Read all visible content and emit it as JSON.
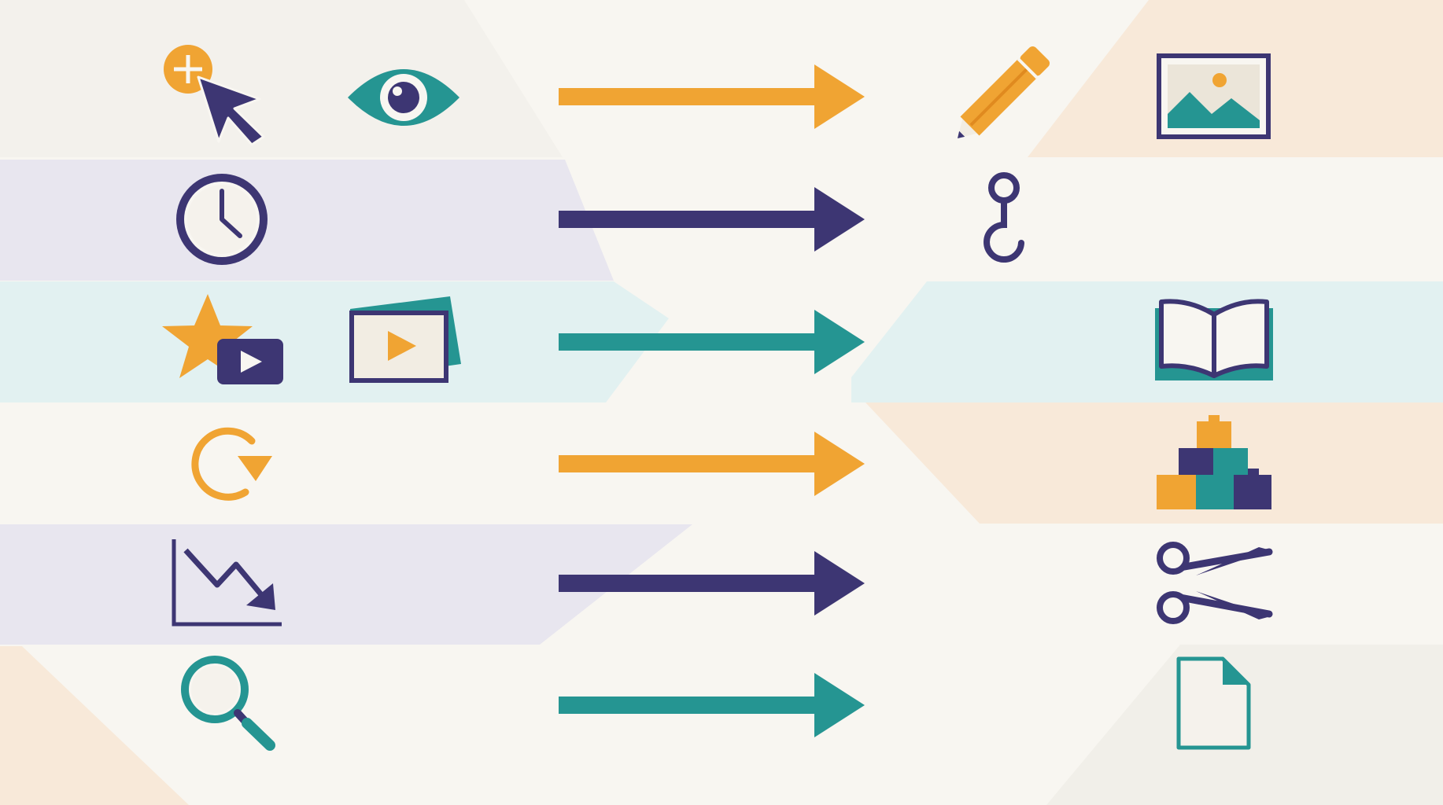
{
  "palette": {
    "background": "#f8f6f1",
    "orange": "#f0a433",
    "navy": "#3d3673",
    "teal": "#259592",
    "band_lavender": "#e8e6ef",
    "band_aqua": "#e2f1f1",
    "band_peach": "#f8e9d9",
    "paper": "#f2ede3"
  },
  "rows": [
    {
      "id": "row-1",
      "arrow_color": "orange",
      "left_icons": [
        "add-pointer-icon",
        "eye-icon"
      ],
      "right_icons": [
        "pencil-icon",
        "image-icon"
      ]
    },
    {
      "id": "row-2",
      "arrow_color": "navy",
      "left_icons": [
        "clock-icon"
      ],
      "right_icons": [
        "hook-icon"
      ]
    },
    {
      "id": "row-3",
      "arrow_color": "teal",
      "left_icons": [
        "star-video-icon",
        "video-frame-icon"
      ],
      "right_icons": [
        "open-book-icon"
      ]
    },
    {
      "id": "row-4",
      "arrow_color": "orange",
      "left_icons": [
        "refresh-icon"
      ],
      "right_icons": [
        "stacked-blocks-icon"
      ]
    },
    {
      "id": "row-5",
      "arrow_color": "navy",
      "left_icons": [
        "declining-chart-icon"
      ],
      "right_icons": [
        "scissors-icon"
      ]
    },
    {
      "id": "row-6",
      "arrow_color": "teal",
      "left_icons": [
        "magnifier-icon"
      ],
      "right_icons": [
        "blank-document-icon"
      ]
    }
  ]
}
